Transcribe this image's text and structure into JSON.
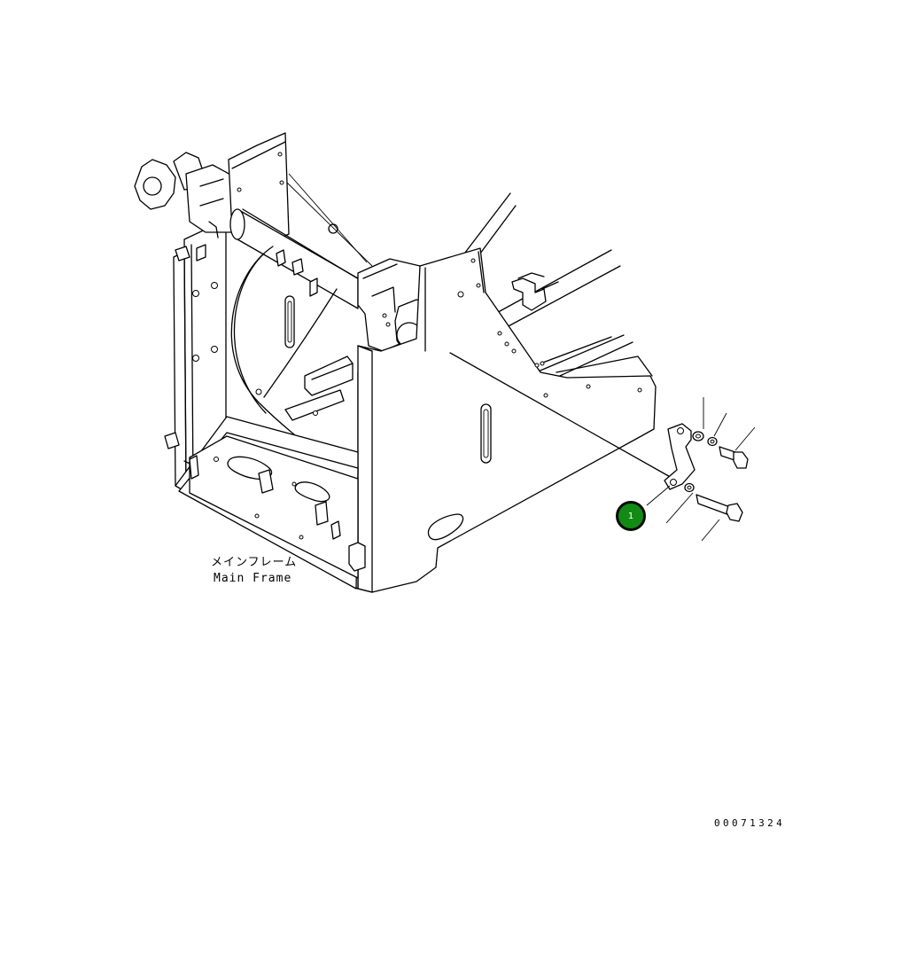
{
  "labels": {
    "part_name_jp": "メインフレーム",
    "part_name_en": "Main Frame"
  },
  "drawing_number": "00071324",
  "callouts": [
    {
      "number": "1",
      "color": "#138a13"
    }
  ]
}
